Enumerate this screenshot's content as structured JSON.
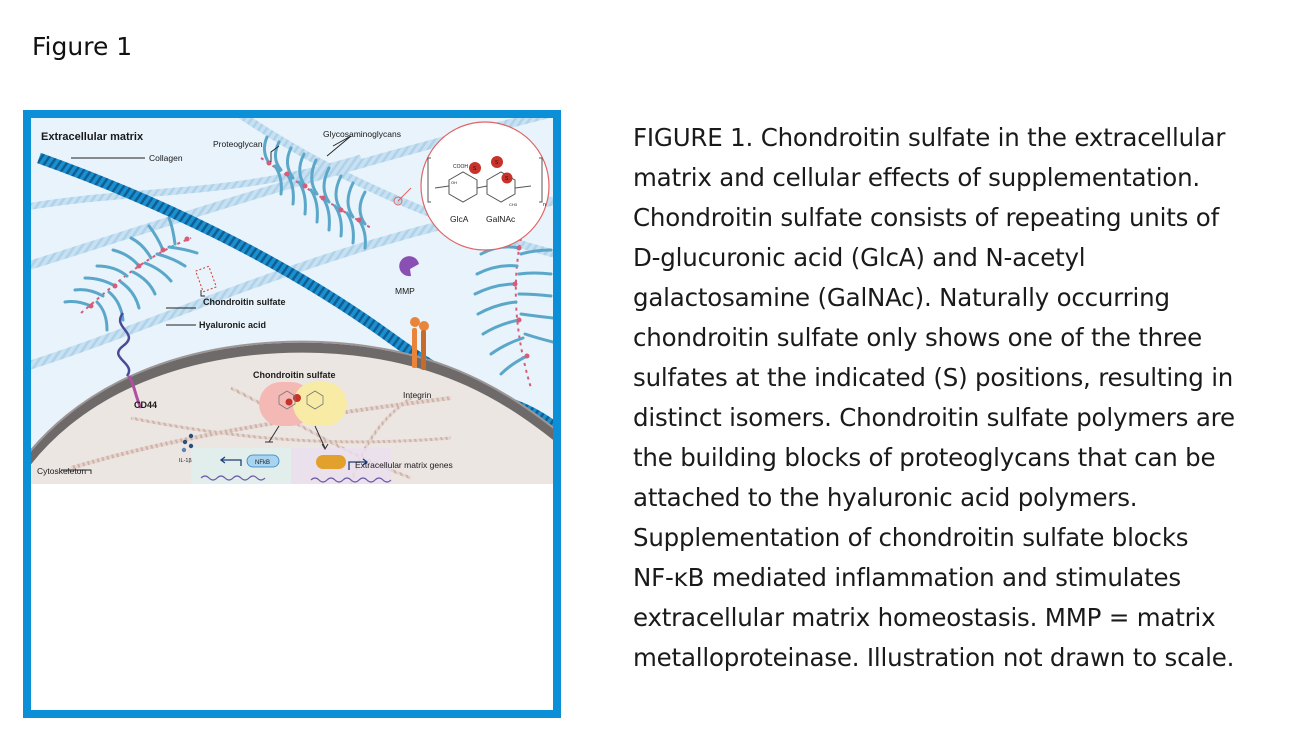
{
  "figure": {
    "heading": "Figure 1",
    "accent_color": "#0b8fd6"
  },
  "illustration": {
    "labels": {
      "extracellular_matrix": "Extracellular matrix",
      "collagen": "Collagen",
      "proteoglycan": "Proteoglycan",
      "glycosaminoglycans": "Glycosaminoglycans",
      "glca": "GlcA",
      "galnac": "GalNAc",
      "chondroitin_sulfate_ecm": "Chondroitin sulfate",
      "hyaluronic_acid": "Hyaluronic acid",
      "mmp": "MMP",
      "cd44": "CD44",
      "chondroitin_sulfate_cell": "Chondroitin sulfate",
      "integrin": "Integrin",
      "cytoskeleton": "Cytoskeleton",
      "il1b": "IL-1β",
      "nfkb": "NFkB",
      "ecm_genes": "Extracellular matrix genes",
      "cooh": "COOH",
      "oh": "OH",
      "ch3": "CH3",
      "s": "S",
      "n_sub": "n"
    },
    "colors": {
      "background": "#e8f3fb",
      "collagen": "#1b8fd0",
      "gag": "#5aa7c9",
      "core_dot": "#d65c7a",
      "membrane": "#6f6a6a",
      "cytoplasm": "#ece6e3",
      "mmp": "#8a4fb3",
      "integrin": "#e8853a",
      "cd44": "#b04fa0",
      "sulfate": "#d33b2c",
      "ring_outline": "#e06464"
    }
  },
  "caption": {
    "lines": [
      "FIGURE 1. Chondroitin sulfate in the extracellular",
      "matrix and cellular effects of supplementation.",
      "Chondroitin sulfate consists of repeating units of",
      "D-glucuronic acid (GlcA) and N-acetyl",
      "galactosamine (GalNAc). Naturally occurring",
      "chondroitin sulfate only shows one of the three",
      "sulfates at the indicated (S) positions, resulting in",
      "distinct isomers. Chondroitin sulfate polymers are",
      "the building blocks of proteoglycans that can be",
      "attached to the hyaluronic acid polymers.",
      "Supplementation of chondroitin sulfate blocks",
      "NF-ĸB mediated inflammation and stimulates",
      "extracellular matrix homeostasis. MMP = matrix",
      "metalloproteinase. Illustration not drawn to scale."
    ]
  }
}
